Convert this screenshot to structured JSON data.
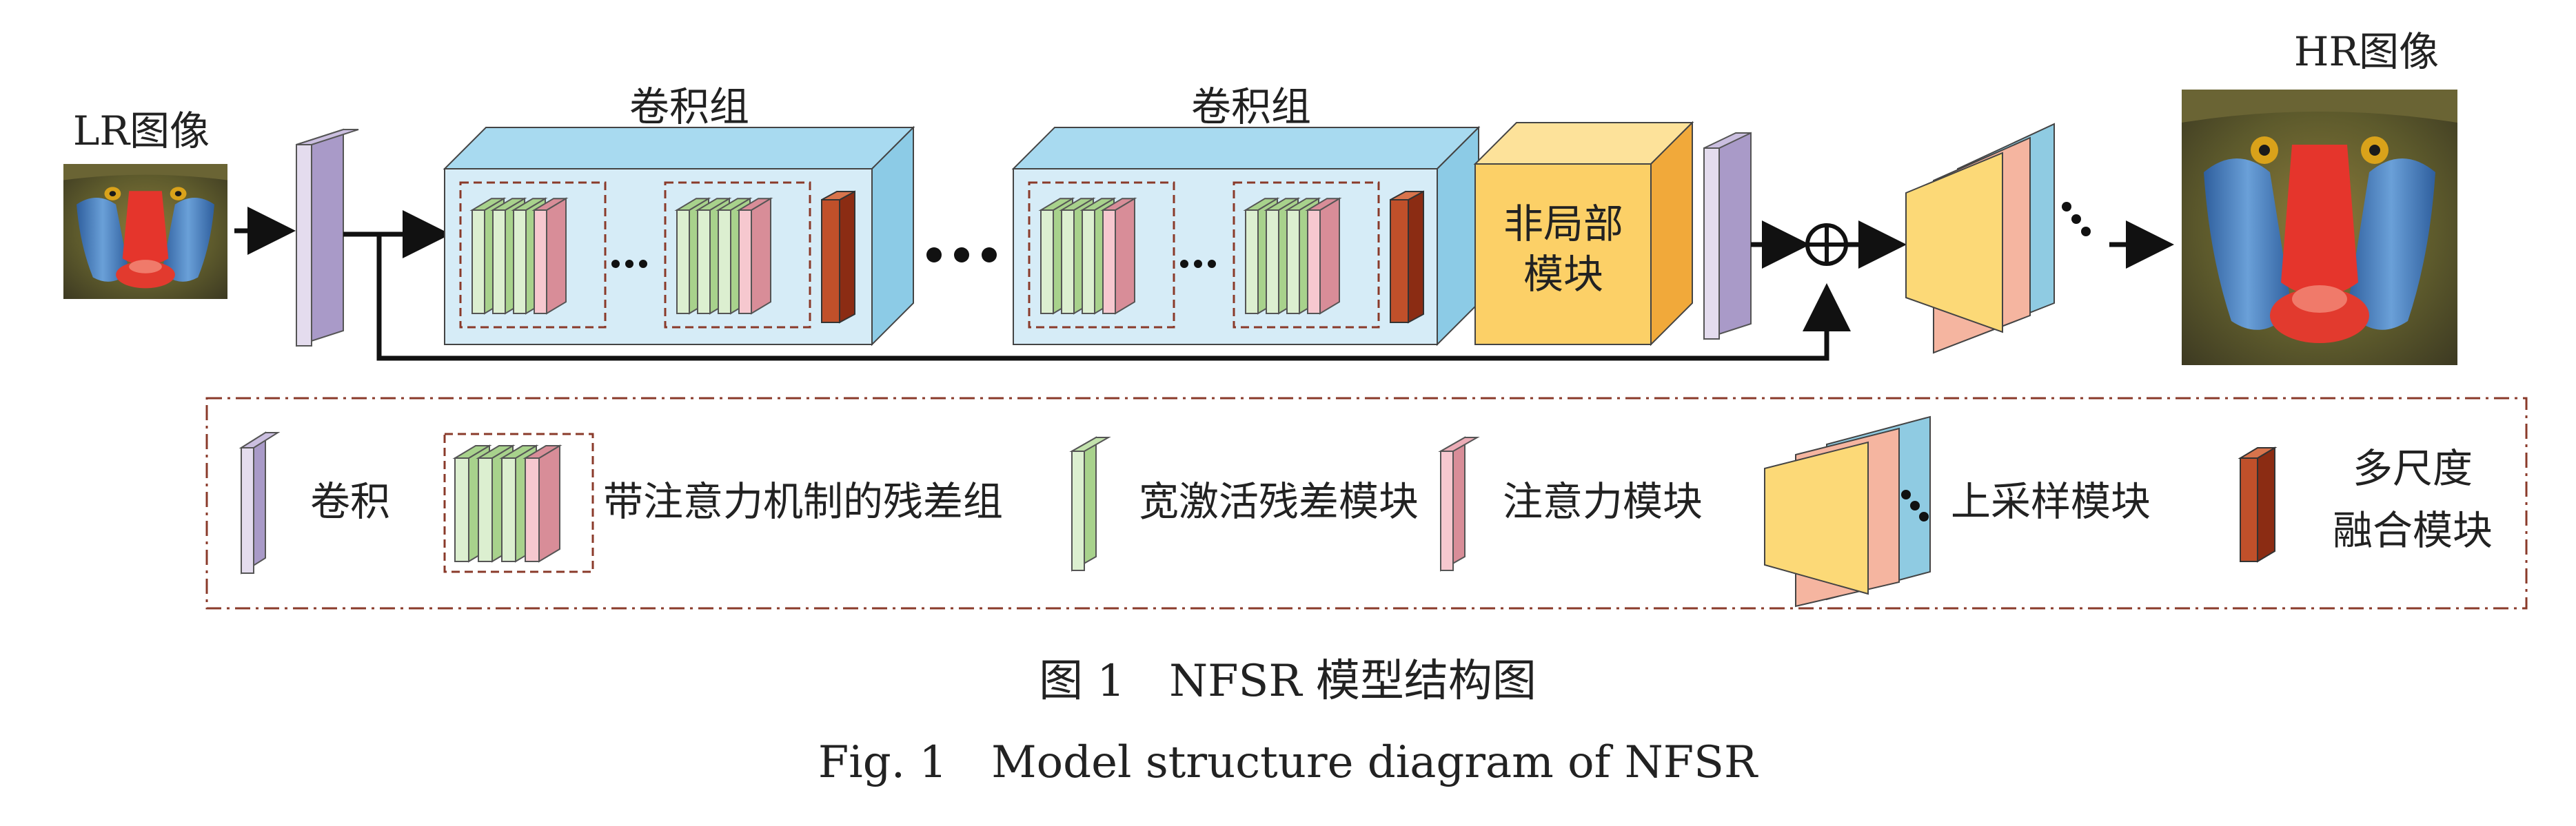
{
  "labels": {
    "lr_image": "LR图像",
    "hr_image": "HR图像",
    "conv_group_1": "卷积组",
    "conv_group_2": "卷积组",
    "nonlocal_line1": "非局部",
    "nonlocal_line2": "模块"
  },
  "legend": {
    "conv": "卷积",
    "residual_group": "带注意力机制的残差组",
    "wide_activation": "宽激活残差模块",
    "attention": "注意力模块",
    "upsample": "上采样模块",
    "fusion_line1": "多尺度",
    "fusion_line2": "融合模块"
  },
  "caption": {
    "zh": "图 1　NFSR 模型结构图",
    "en": "Fig. 1　Model structure diagram of NFSR"
  },
  "colors": {
    "conv_face": "#e4dcee",
    "conv_side": "#a99ac8",
    "group_front": "#d6ecf7",
    "group_side": "#8ccbe6",
    "green_face": "#dcefd0",
    "green_side": "#a8d28c",
    "pink_face": "#f6c8cf",
    "pink_side": "#d88d98",
    "fusion_face": "#c0502a",
    "fusion_side": "#8b2c13",
    "nonlocal_front": "#fcd067",
    "nonlocal_side": "#f1a93a",
    "up_yellow": "#fcd977",
    "up_salmon": "#f5b5a0",
    "up_blue": "#8fcbe2",
    "arrow": "#111111",
    "dash": "#8a3a2a"
  },
  "icons": [
    "right-arrow-icon",
    "plus-circle-icon",
    "ellipsis-icon",
    "mandrill-lr-image",
    "mandrill-hr-image"
  ]
}
